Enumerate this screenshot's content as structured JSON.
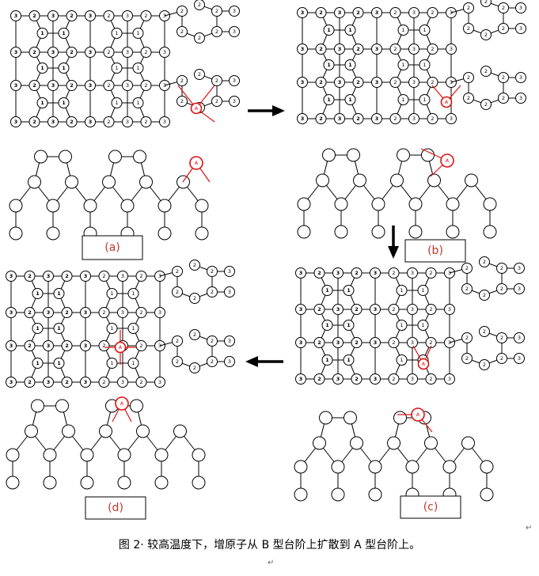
{
  "panels": {
    "a": "(a)",
    "b": "(b)",
    "c": "(c)",
    "d": "(d)"
  },
  "adatom": "A",
  "caption": "图 2· 较高温度下，增原子从 B 型台阶上扩散到 A 型台阶上。",
  "para_marks": [
    "↵",
    "↵",
    "↵"
  ],
  "arrows": [
    "right",
    "down",
    "left"
  ]
}
